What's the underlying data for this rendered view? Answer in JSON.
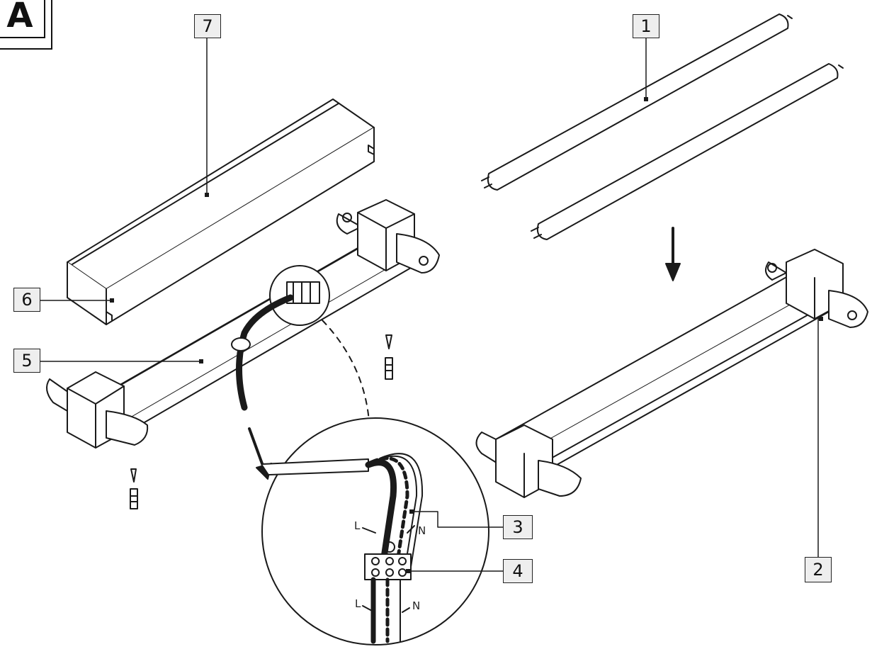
{
  "section": {
    "letter": "A"
  },
  "callouts": [
    {
      "id": "7",
      "target": "cover"
    },
    {
      "id": "1",
      "target": "tubes"
    },
    {
      "id": "6",
      "target": "cover-notch"
    },
    {
      "id": "5",
      "target": "base"
    },
    {
      "id": "3",
      "target": "wires"
    },
    {
      "id": "4",
      "target": "terminal-block"
    },
    {
      "id": "2",
      "target": "assembled-fixture"
    }
  ],
  "wire_labels": {
    "live": "L",
    "neutral": "N"
  },
  "colors": {
    "line": "#1a1a1a",
    "callout_fill": "#eeeeee",
    "background": "#ffffff"
  }
}
